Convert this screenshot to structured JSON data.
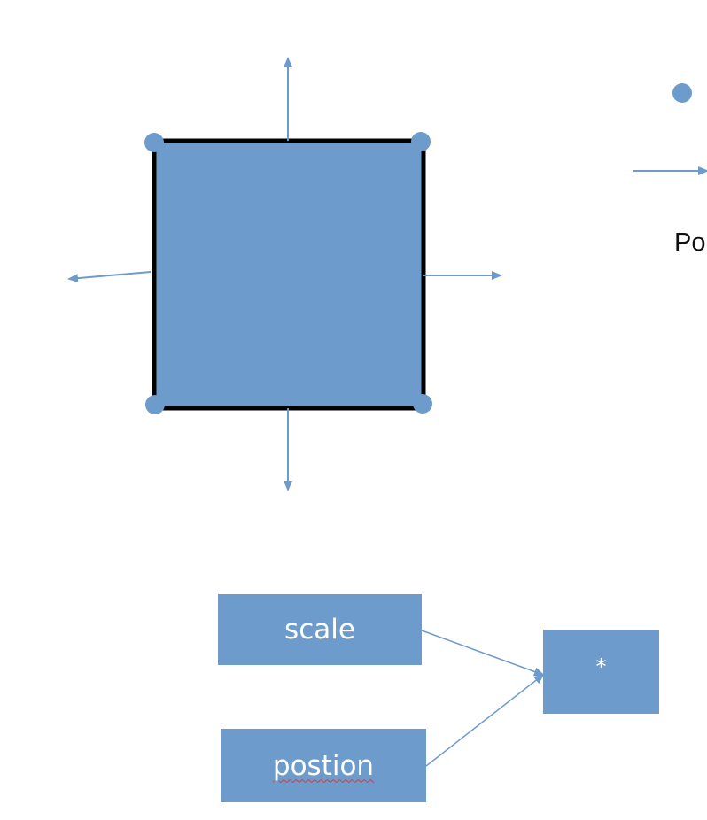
{
  "colors": {
    "fill": "#6c9bcc",
    "stroke": "#6c9bcc",
    "outline": "#000000",
    "text_on_fill": "#ffffff",
    "misspell_underline": "#d43a3a"
  },
  "legend": {
    "point_symbol": "filled-circle",
    "arrow_symbol": "arrow-right",
    "label": "Po"
  },
  "nodes": {
    "scale": "scale",
    "position": "postion",
    "multiply": "*"
  },
  "square": {
    "corner_markers": 4,
    "direction_arrows": [
      "up",
      "down",
      "left",
      "right"
    ]
  },
  "connections": [
    {
      "from": "scale",
      "to": "multiply"
    },
    {
      "from": "position",
      "to": "multiply"
    }
  ]
}
